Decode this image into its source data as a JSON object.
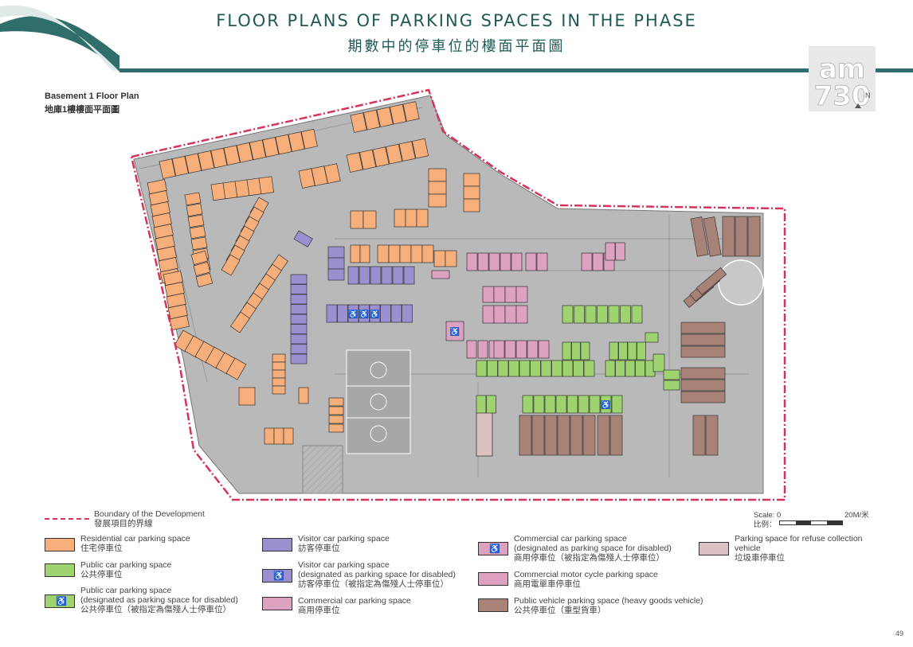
{
  "header": {
    "title_en": "FLOOR PLANS OF PARKING SPACES IN THE PHASE",
    "title_zh": "期數中的停車位的樓面平面圖"
  },
  "plan": {
    "title_en": "Basement 1 Floor Plan",
    "title_zh": "地庫1樓樓面平面圖"
  },
  "compass": {
    "north_label": "N",
    "watermark": "am730"
  },
  "colors": {
    "brand_teal": "#1f5a56",
    "boundary": "#d6335a",
    "residential": "#f6ae7a",
    "public": "#9ed36f",
    "visitor": "#9c8fd0",
    "commercial": "#dca2c0",
    "heavy_goods": "#a98277",
    "refuse": "#dcc0c3",
    "floor_gray": "#b9b9b9"
  },
  "legend": {
    "boundary": {
      "en": "Boundary of the Development",
      "zh": "發展項目的界線"
    },
    "residential": {
      "en": "Residential car parking space",
      "zh": "住宅停車位"
    },
    "public": {
      "en": "Public car parking space",
      "zh": "公共停車位"
    },
    "public_disabled": {
      "en": "Public car parking space",
      "en2": "(designated as parking space for disabled)",
      "zh": "公共停車位（被指定為傷殘人士停車位）"
    },
    "visitor": {
      "en": "Visitor car parking space",
      "zh": "訪客停車位"
    },
    "visitor_disabled": {
      "en": "Visitor car parking space",
      "en2": "(designated as parking space for disabled)",
      "zh": "訪客停車位（被指定為傷殘人士停車位）"
    },
    "commercial": {
      "en": "Commercial car parking space",
      "zh": "商用停車位"
    },
    "commercial_disabled": {
      "en": "Commercial car parking space",
      "en2": "(designated as parking space for disabled)",
      "zh": "商用停車位（被指定為傷殘人士停車位）"
    },
    "commercial_moto": {
      "en": "Commercial motor cycle parking space",
      "zh": "商用電單車停車位"
    },
    "heavy_goods": {
      "en": "Public vehicle parking space (heavy goods vehicle)",
      "zh": "公共停車位（重型貨車）"
    },
    "refuse": {
      "en": "Parking space for refuse collection",
      "en2": "vehicle",
      "zh": "垃圾車停車位"
    }
  },
  "disabled_icon": "wheelchair-icon",
  "scale": {
    "label_en": "Scale:",
    "label_zh": "比例：",
    "zero": "0",
    "max": "20M/米"
  },
  "page_number": "49"
}
